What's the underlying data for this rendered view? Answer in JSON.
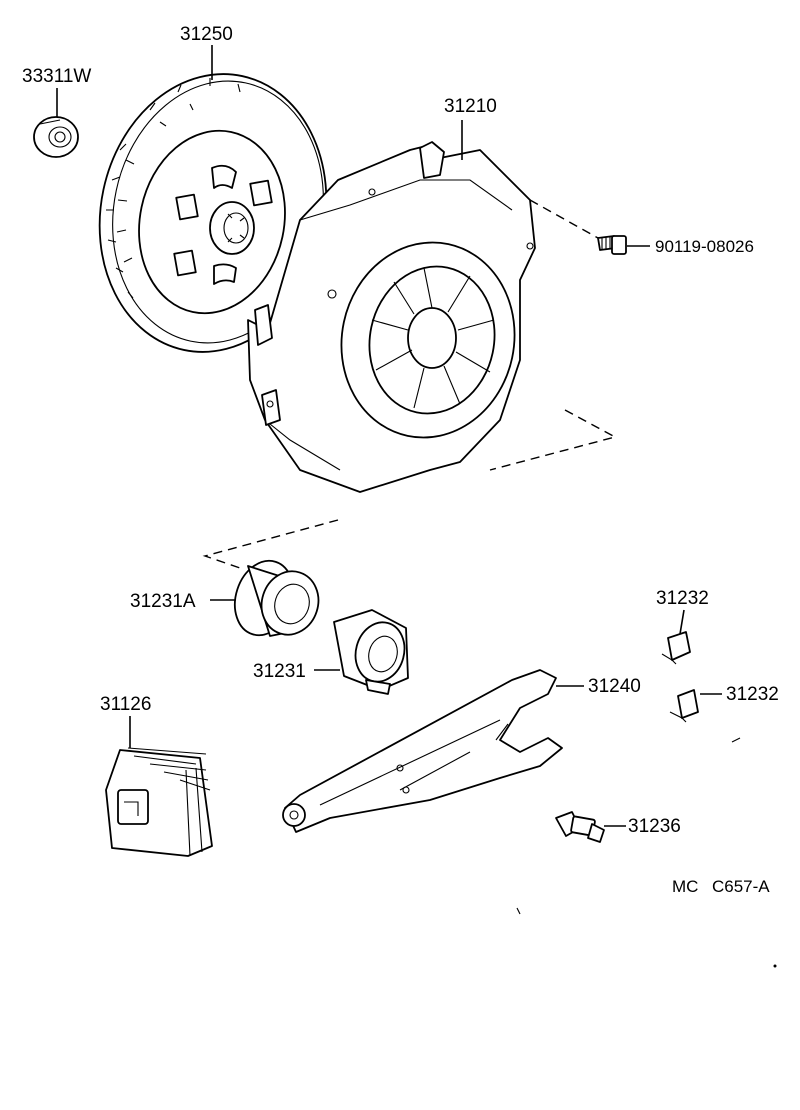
{
  "labels": {
    "p33311W": "33311W",
    "p31250": "31250",
    "p31210": "31210",
    "p90119": "90119-08026",
    "p31231A": "31231A",
    "p31231": "31231",
    "p31232a": "31232",
    "p31232b": "31232",
    "p31240": "31240",
    "p31126": "31126",
    "p31236": "31236"
  },
  "footer": {
    "code_left": "MC",
    "code_right": "C657-A"
  }
}
